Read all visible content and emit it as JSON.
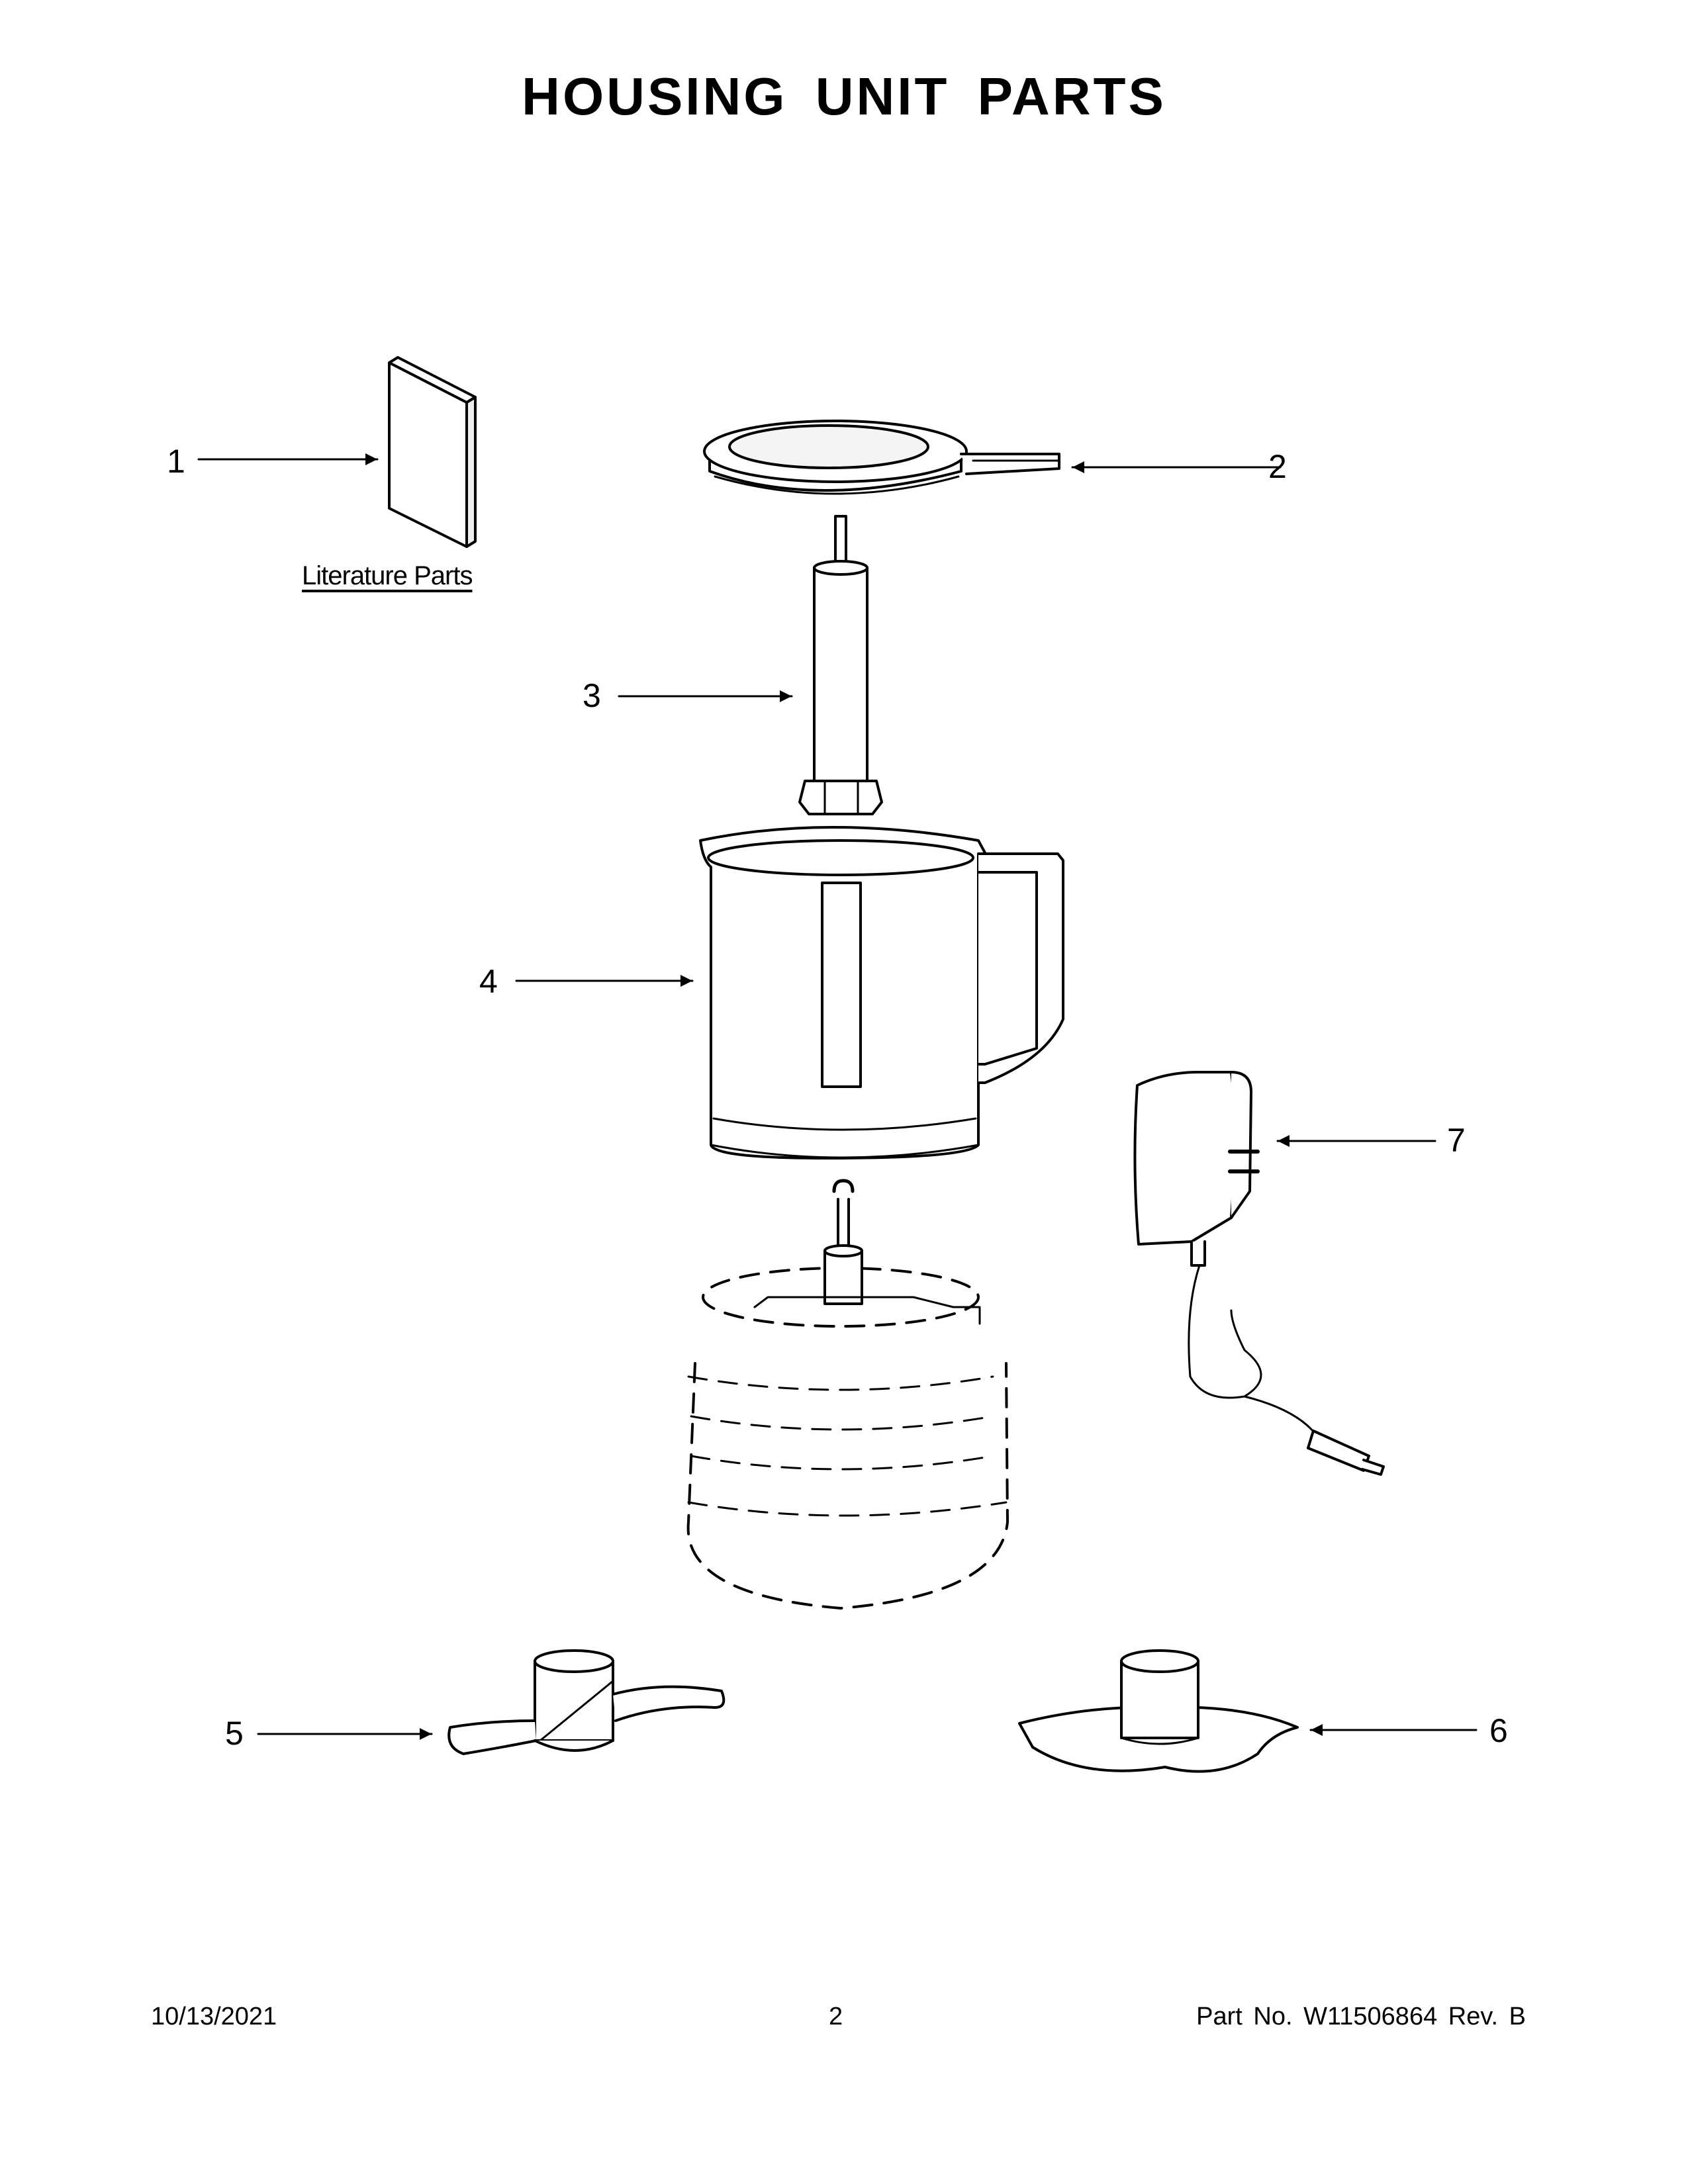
{
  "page": {
    "title": "HOUSING UNIT PARTS",
    "literature_label": "Literature Parts"
  },
  "callouts": [
    "1",
    "2",
    "3",
    "4",
    "5",
    "6",
    "7"
  ],
  "footer": {
    "date": "10/13/2021",
    "page_number": "2",
    "part_number": "Part No.  W11506864  Rev.  B"
  }
}
